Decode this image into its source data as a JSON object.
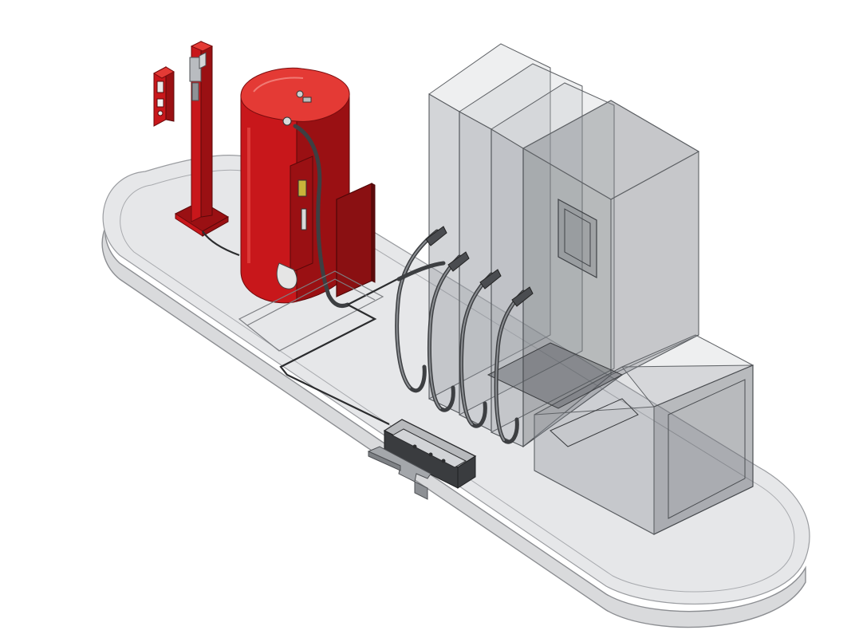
{
  "figure": {
    "kind": "isometric 3d model",
    "colors": {
      "background": "#ffffff",
      "platform": "#d9dadc",
      "tank_red": "#c8171b",
      "panel_red": "#8a1012",
      "cabinet_glass": "#8c9096",
      "hose": "#3d3f42"
    },
    "components": [
      "platform-base",
      "pedestal-post",
      "wall-box",
      "red-storage-tank",
      "tank-side-panel",
      "dispenser-cabinet",
      "nozzle-hoses",
      "junction-box",
      "junction-box-cover"
    ]
  }
}
